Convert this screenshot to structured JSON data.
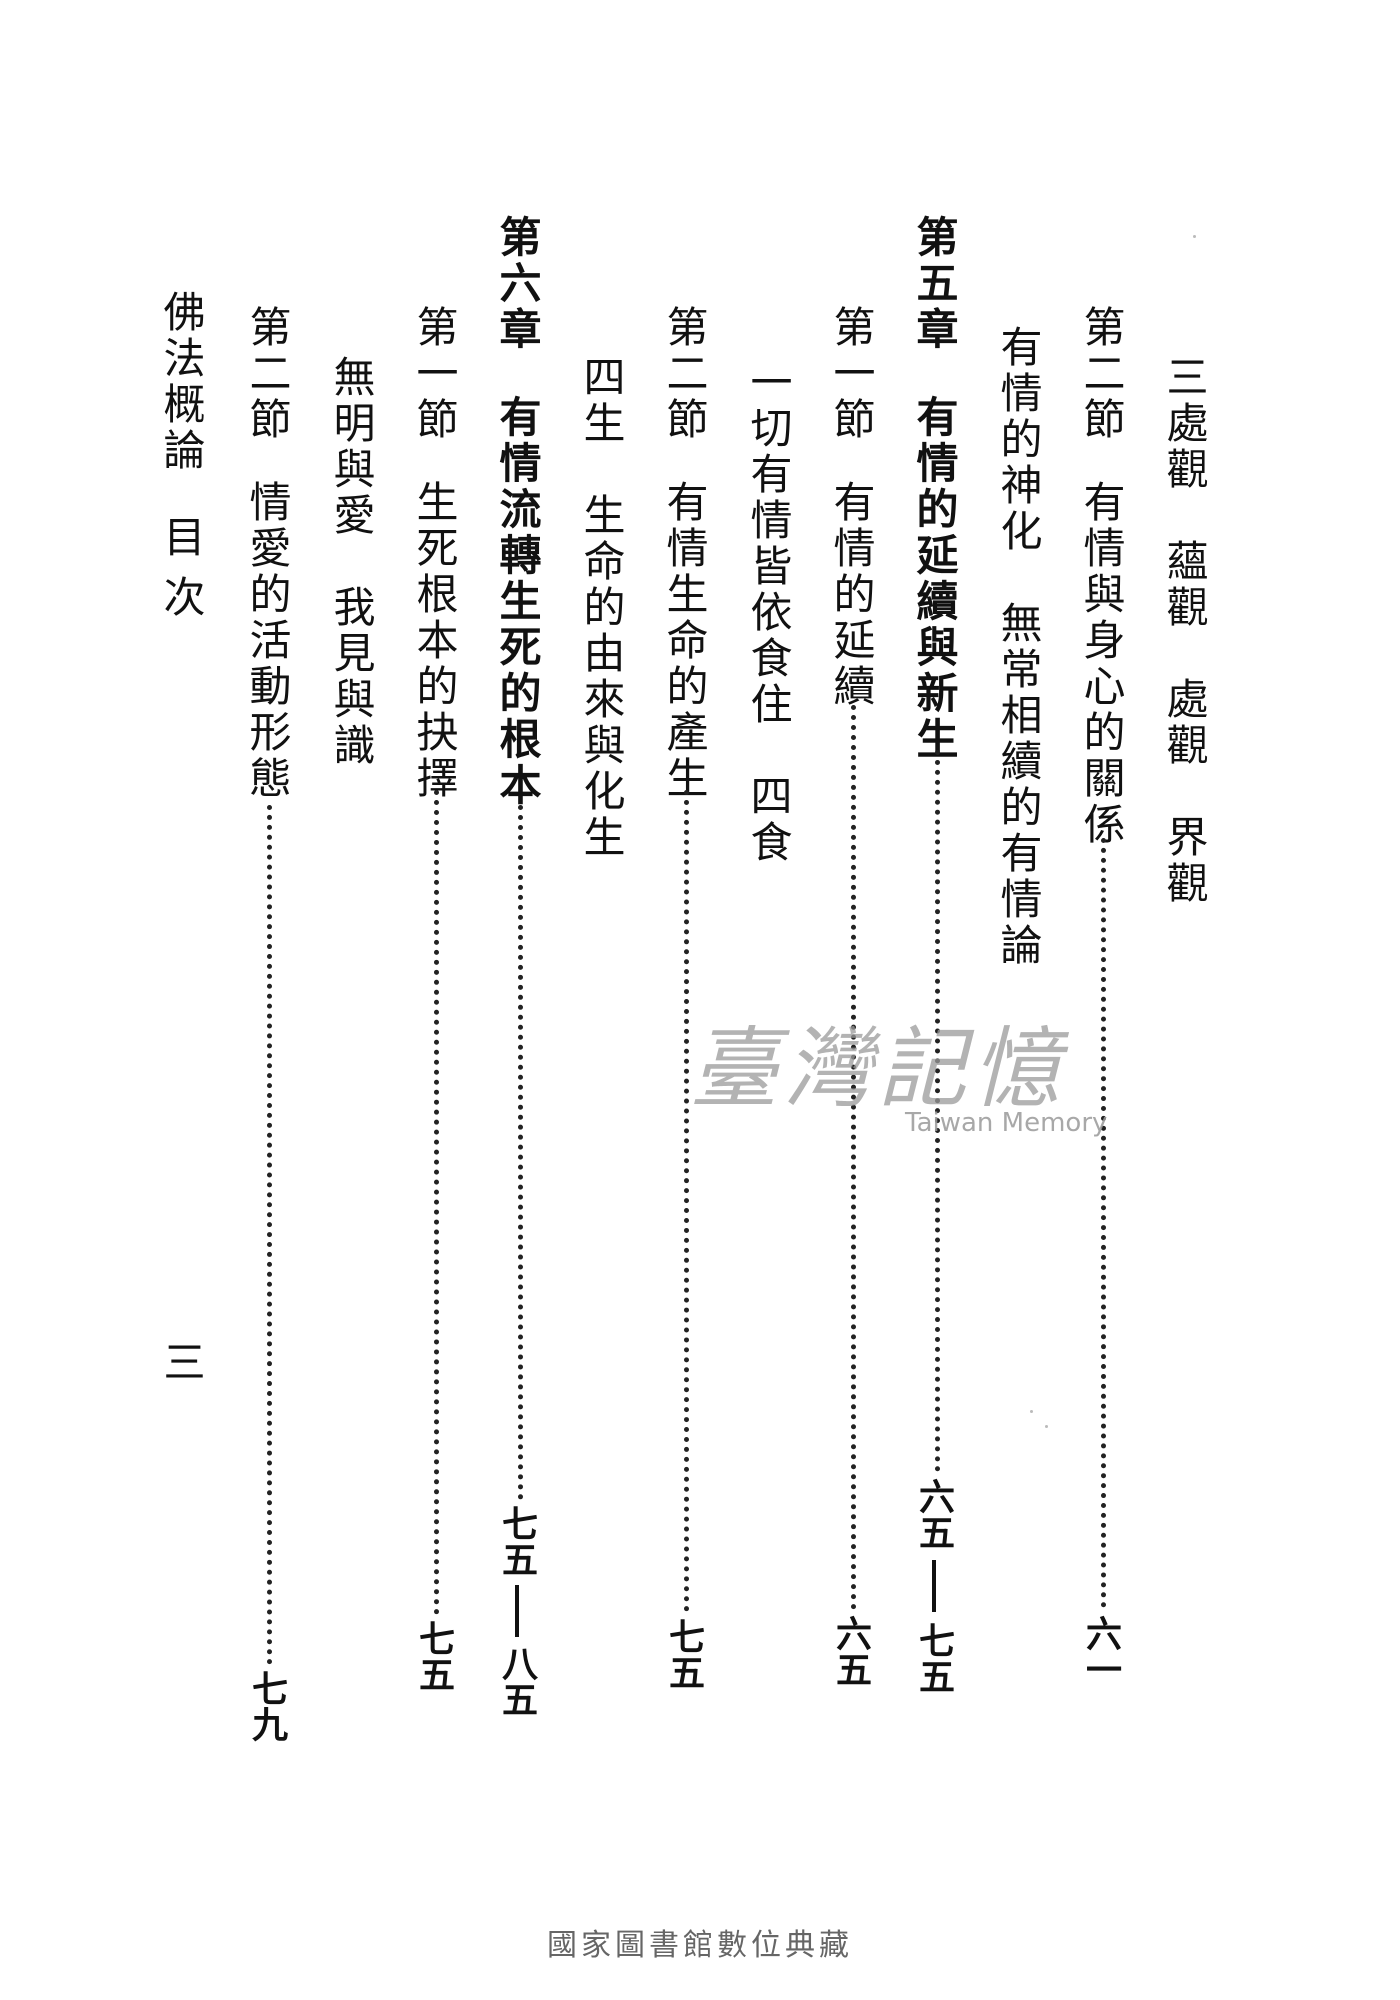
{
  "entries": {
    "col1": "三處觀　蘊觀　處觀　界觀",
    "col2_label": "第二節",
    "col2_title": "有情與身心的關係",
    "col2_page": "六一",
    "col3": "有情的神化　無常相續的有情論",
    "ch5_label": "第五章",
    "ch5_title": "有情的延續與新生",
    "ch5_page_start": "六五",
    "ch5_page_end": "七五",
    "col5_label": "第一節",
    "col5_title": "有情的延續",
    "col5_page": "六五",
    "col6": "一切有情皆依食住　四食",
    "col7_label": "第二節",
    "col7_title": "有情生命的產生",
    "col7_page": "七五",
    "col8": "四生　生命的由來與化生",
    "ch6_label": "第六章",
    "ch6_title": "有情流轉生死的根本",
    "ch6_page_start": "七五",
    "ch6_page_end": "八五",
    "col10_label": "第一節",
    "col10_title": "生死根本的抉擇",
    "col10_page": "七五",
    "col11": "無明與愛　我見與識",
    "col12_label": "第二節",
    "col12_title": "情愛的活動形態",
    "col12_page": "七九"
  },
  "running_head": {
    "book_title": "佛法概論",
    "section": "目次",
    "page_number": "三"
  },
  "watermark": {
    "chars": "臺灣記憶",
    "sub": "Taiwan Memory"
  },
  "footer": {
    "text": "國家圖書館數位典藏"
  }
}
